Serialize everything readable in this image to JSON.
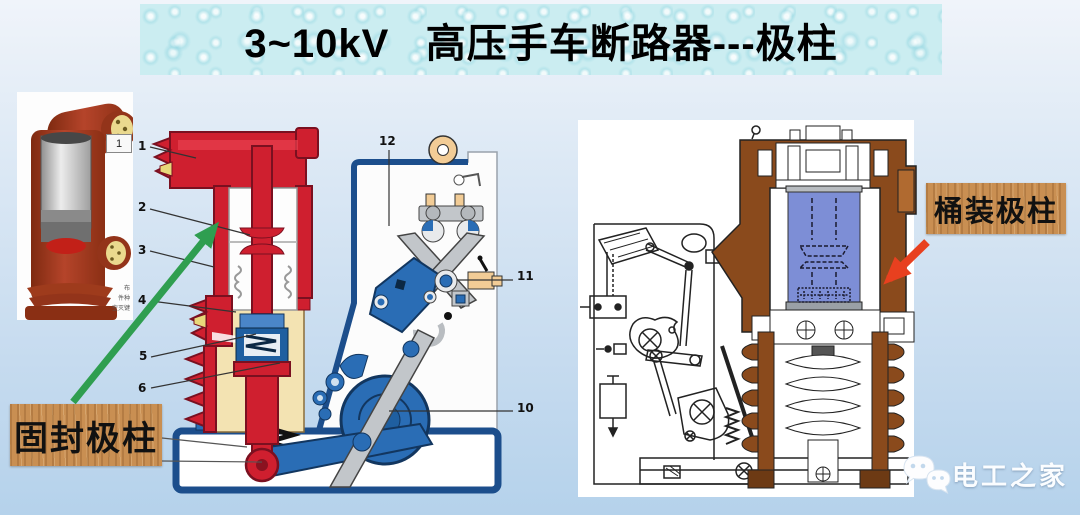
{
  "title": {
    "text": "3~10kV   高压手车断路器---极柱"
  },
  "photo": {
    "badge": "1",
    "caption_lines": [
      "布",
      "件种",
      "空灭键"
    ]
  },
  "labels": {
    "solid_sealed_pole": "固封极柱",
    "barrel_pole": "桶装极柱"
  },
  "center_diagram": {
    "callouts": {
      "c1": "1",
      "c2": "2",
      "c3": "3",
      "c4": "4",
      "c5": "5",
      "c6": "6",
      "c10": "10",
      "c11": "11",
      "c12": "12"
    }
  },
  "watermark": {
    "text": "电工之家"
  },
  "colors": {
    "slide_bg_top": "#f0f4fa",
    "slide_bg_bottom": "#b5d2eb",
    "banner_bg": "#cbedf1",
    "wood_label": "#c98f52",
    "green_arrow": "#2f9e50",
    "red_arrow": "#e8401f",
    "pole_red": "#cf1f2f",
    "pole_dark_red": "#7a1020",
    "insulation_yellow": "#f3e3b2",
    "mechanism_blue": "#2a6db5",
    "housing_outline_blue": "#1c4e8c",
    "barrel_brown": "#8a4a1c",
    "interrupter_blue": "#7d8ed6"
  }
}
